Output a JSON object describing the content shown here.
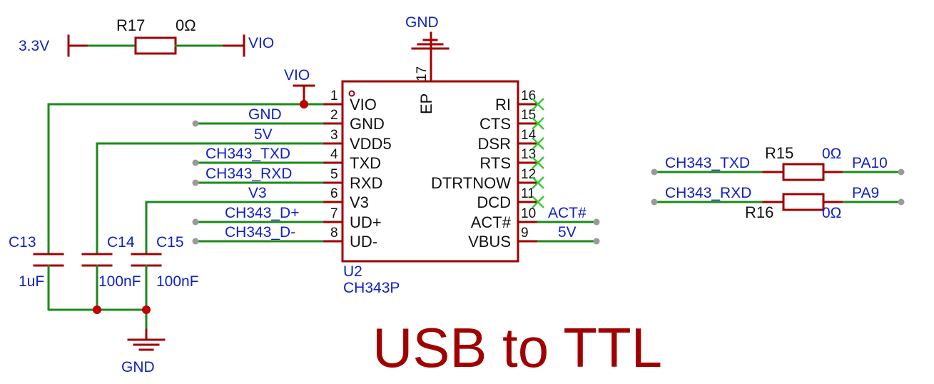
{
  "title": "USB to TTL",
  "vio_link": {
    "input": "3.3V",
    "ref": "R17",
    "value": "0Ω",
    "output": "VIO"
  },
  "vio_power": "VIO",
  "gnd_top": "GND",
  "gnd_bottom": "GND",
  "chip": {
    "ref": "U2",
    "part": "CH343P",
    "ep_label": "EP",
    "ep_number": "17",
    "left_pins": [
      {
        "num": "1",
        "name": "VIO",
        "net": ""
      },
      {
        "num": "2",
        "name": "GND",
        "net": "GND"
      },
      {
        "num": "3",
        "name": "VDD5",
        "net": "5V"
      },
      {
        "num": "4",
        "name": "TXD",
        "net": "CH343_TXD"
      },
      {
        "num": "5",
        "name": "RXD",
        "net": "CH343_RXD"
      },
      {
        "num": "6",
        "name": "V3",
        "net": "V3"
      },
      {
        "num": "7",
        "name": "UD+",
        "net": "CH343_D+"
      },
      {
        "num": "8",
        "name": "UD-",
        "net": "CH343_D-"
      }
    ],
    "right_pins": [
      {
        "num": "16",
        "name": "RI",
        "net": ""
      },
      {
        "num": "15",
        "name": "CTS",
        "net": ""
      },
      {
        "num": "14",
        "name": "DSR",
        "net": ""
      },
      {
        "num": "13",
        "name": "RTS",
        "net": ""
      },
      {
        "num": "12",
        "name": "DTRTNOW",
        "net": ""
      },
      {
        "num": "11",
        "name": "DCD",
        "net": ""
      },
      {
        "num": "10",
        "name": "ACT#",
        "net": "ACT#"
      },
      {
        "num": "9",
        "name": "VBUS",
        "net": "5V"
      }
    ]
  },
  "capacitors": [
    {
      "ref": "C13",
      "value": "1uF"
    },
    {
      "ref": "C14",
      "value": "100nF"
    },
    {
      "ref": "C15",
      "value": "100nF"
    }
  ],
  "serial_links": [
    {
      "net_in": "CH343_TXD",
      "ref": "R15",
      "value": "0Ω",
      "net_out": "PA10"
    },
    {
      "net_in": "CH343_RXD",
      "ref": "R16",
      "value": "0Ω",
      "net_out": "PA9"
    }
  ],
  "colors": {
    "wire": "#1a8a1a",
    "part": "#a00000",
    "label": "#1020c8",
    "junction": "#c00000",
    "no_connect": "#33cc33"
  }
}
